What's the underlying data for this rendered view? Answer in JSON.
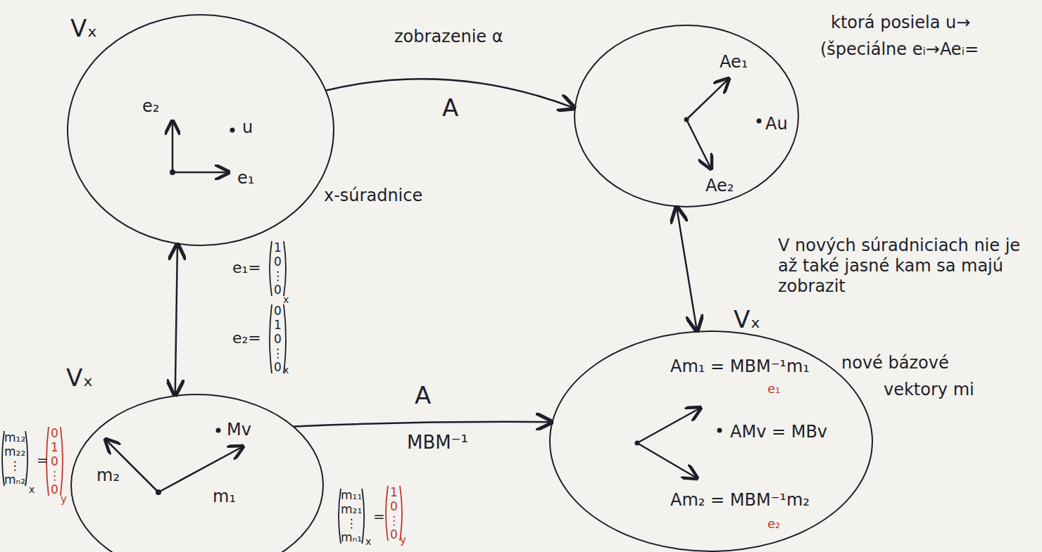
{
  "diagram": {
    "nodes": [
      {
        "text": [
          "Vₓ",
          "e₂",
          "u",
          "e₁",
          "x-súradnice"
        ]
      },
      {
        "text": [
          "Ae₁",
          "Au",
          "Ae₂"
        ]
      },
      {
        "text": [
          "Vₓ",
          "m₂",
          "Mv",
          "m₁"
        ]
      },
      {
        "text": [
          "Vₓ",
          "Am₁ = MBM⁻¹m₁",
          "e₁",
          "AMv = MBv",
          "Am₂ = MBM⁻¹m₂",
          "e₂"
        ]
      }
    ],
    "edges": [
      {
        "from": 0,
        "to": 1,
        "arrow": "to",
        "label": "A"
      },
      {
        "from": 0,
        "to": 2,
        "arrow": "both"
      },
      {
        "from": 1,
        "to": 3,
        "arrow": "both"
      },
      {
        "from": 2,
        "to": 3,
        "arrow": "to",
        "label": "A"
      }
    ],
    "labels": [
      "zobrazenie α",
      "ktorá posiela u→",
      "(špeciálne eᵢ→Aeᵢ=",
      "e₁=",
      "1 0 ⋮ 0",
      "x",
      "e₂=",
      "0 1 0 ⋮ 0",
      "x",
      "m₁₂ m₂₂ ⋮ mₙ₂",
      "x",
      "=",
      "0 1 0 ⋮ 0",
      "y",
      "MBM⁻¹",
      "m₁₁ m₂₁ ⋮ mₙ₁",
      "x",
      "=",
      "1 0 ⋮ 0",
      "y",
      "V nových súradniciach nie je až také jasné kam sa majú zobrazit",
      "nové bázové",
      "vektory mi"
    ]
  }
}
